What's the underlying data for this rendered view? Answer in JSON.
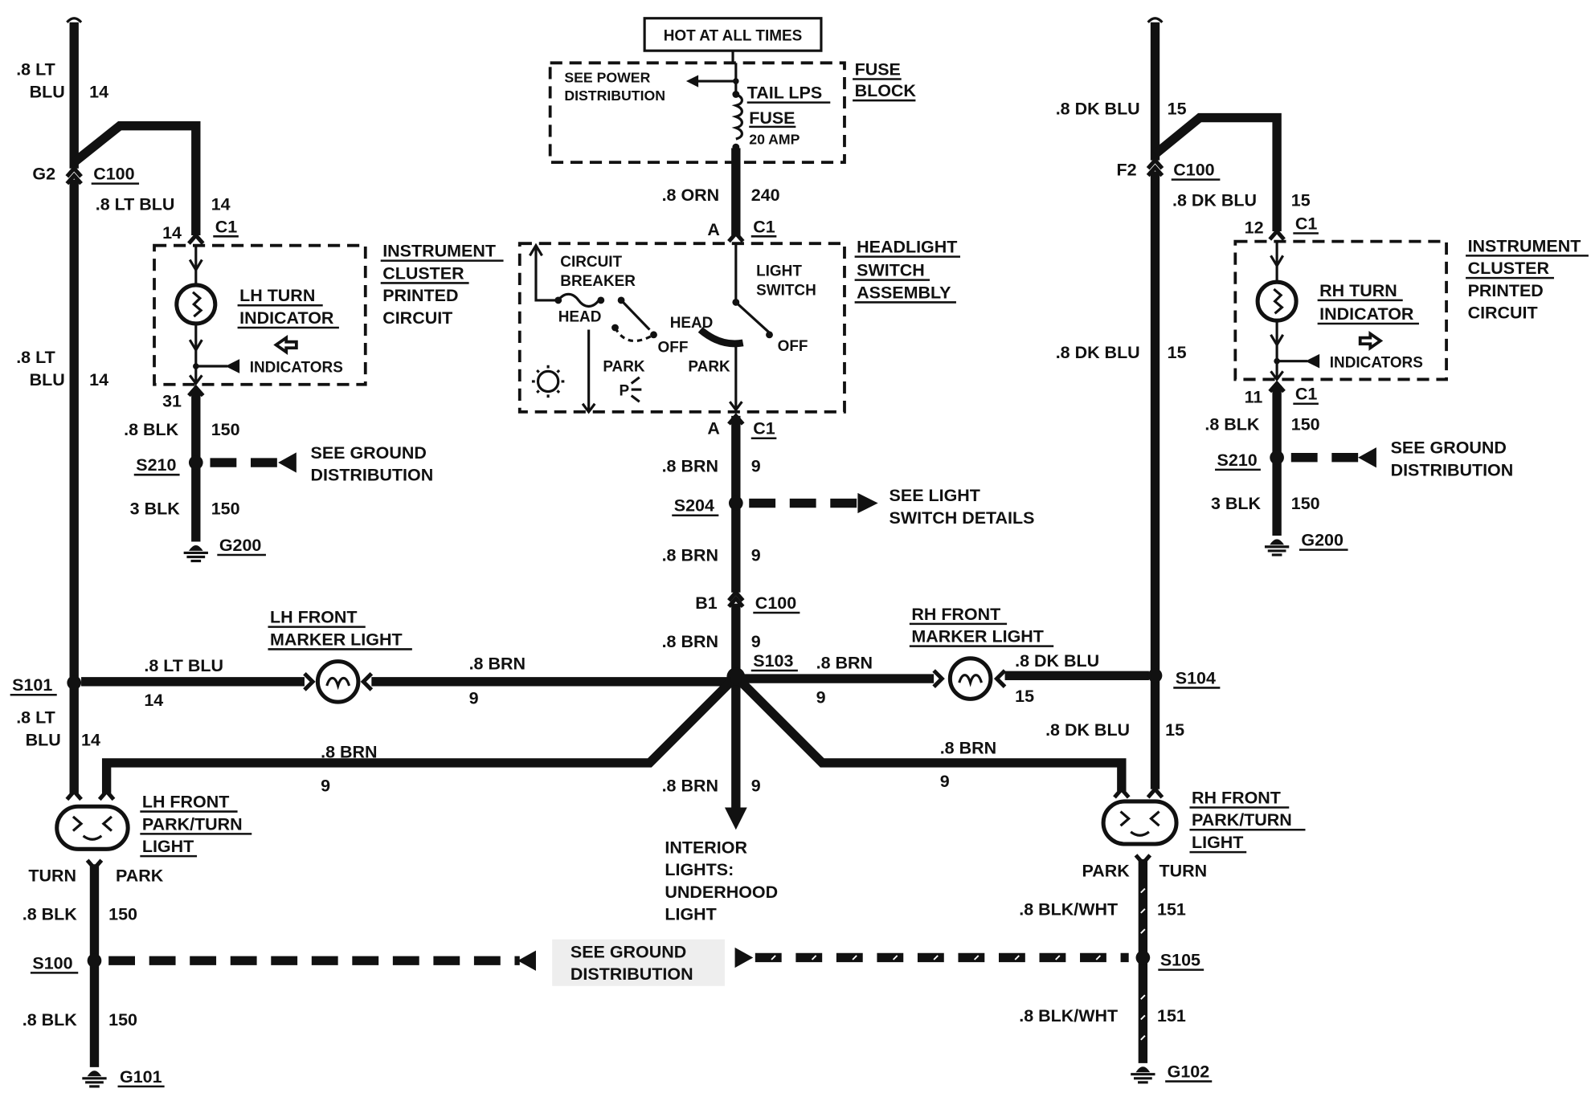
{
  "top": {
    "hot_at_all_times": "HOT AT ALL TIMES",
    "see_power_1": "SEE POWER",
    "see_power_2": "DISTRIBUTION",
    "fuse_name": "TAIL LPS",
    "fuse_word": "FUSE",
    "fuse_rating": "20 AMP",
    "fuse_block_1": "FUSE",
    "fuse_block_2": "BLOCK"
  },
  "center": {
    "orn_wire": ".8 ORN",
    "orn_circuit": "240",
    "pin_a": "A",
    "conn_c1": "C1",
    "headlight_1": "HEADLIGHT",
    "headlight_2": "SWITCH",
    "headlight_3": "ASSEMBLY",
    "circuit_breaker_1": "CIRCUIT",
    "circuit_breaker_2": "BREAKER",
    "light_switch_1": "LIGHT",
    "light_switch_2": "SWITCH",
    "head": "HEAD",
    "off": "OFF",
    "park": "PARK",
    "brn_wire": ".8 BRN",
    "brn_circuit": "9",
    "s204": "S204",
    "see_light_1": "SEE LIGHT",
    "see_light_2": "SWITCH DETAILS",
    "pin_b1": "B1",
    "c100": "C100",
    "s103": "S103",
    "interior_1": "INTERIOR",
    "interior_2": "LIGHTS:",
    "interior_3": "UNDERHOOD",
    "interior_4": "LIGHT"
  },
  "left": {
    "lt_blu_1": ".8 LT",
    "lt_blu_2": "BLU",
    "lt_blu_full": ".8 LT BLU",
    "circuit_14": "14",
    "g2": "G2",
    "c100": "C100",
    "c1": "C1",
    "pin_14": "14",
    "pin_31": "31",
    "cluster_1": "INSTRUMENT",
    "cluster_2": "CLUSTER",
    "cluster_3": "PRINTED",
    "cluster_4": "CIRCUIT",
    "turn_ind_1": "LH TURN",
    "turn_ind_2": "INDICATOR",
    "indicators": "INDICATORS",
    "blk_8": ".8 BLK",
    "blk_3": "3 BLK",
    "circuit_150": "150",
    "s210": "S210",
    "see_ground_1": "SEE GROUND",
    "see_ground_2": "DISTRIBUTION",
    "g200": "G200",
    "marker_1": "LH FRONT",
    "marker_2": "MARKER LIGHT",
    "s101": "S101",
    "park_turn_1": "LH FRONT",
    "park_turn_2": "PARK/TURN",
    "park_turn_3": "LIGHT",
    "turn": "TURN",
    "park": "PARK",
    "s100": "S100",
    "g101": "G101"
  },
  "right": {
    "dk_blu": ".8 DK BLU",
    "circuit_15": "15",
    "f2": "F2",
    "c100": "C100",
    "c1": "C1",
    "pin_12": "12",
    "pin_11": "11",
    "cluster_1": "INSTRUMENT",
    "cluster_2": "CLUSTER",
    "cluster_3": "PRINTED",
    "cluster_4": "CIRCUIT",
    "turn_ind_1": "RH TURN",
    "turn_ind_2": "INDICATOR",
    "indicators": "INDICATORS",
    "blk_8": ".8 BLK",
    "blk_3": "3 BLK",
    "circuit_150": "150",
    "s210": "S210",
    "see_ground_1": "SEE GROUND",
    "see_ground_2": "DISTRIBUTION",
    "g200": "G200",
    "marker_1": "RH FRONT",
    "marker_2": "MARKER LIGHT",
    "s104": "S104",
    "park_turn_1": "RH FRONT",
    "park_turn_2": "PARK/TURN",
    "park_turn_3": "LIGHT",
    "park": "PARK",
    "turn": "TURN",
    "blk_wht": ".8 BLK/WHT",
    "circuit_151": "151",
    "s105": "S105",
    "g102": "G102"
  },
  "bottom": {
    "see_ground_1": "SEE GROUND",
    "see_ground_2": "DISTRIBUTION"
  }
}
